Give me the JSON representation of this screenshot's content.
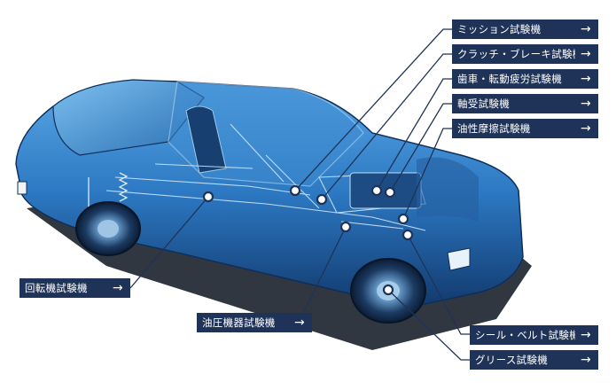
{
  "labels": [
    {
      "id": "mission",
      "text": "ミッション試験機"
    },
    {
      "id": "clutch",
      "text": "クラッチ・ブレーキ試験機"
    },
    {
      "id": "gear",
      "text": "歯車・転動疲労試験機"
    },
    {
      "id": "bearing",
      "text": "軸受試験機"
    },
    {
      "id": "oil",
      "text": "油性摩擦試験機"
    },
    {
      "id": "rotary",
      "text": "回転機試験機"
    },
    {
      "id": "hydraulic",
      "text": "油圧機器試験機"
    },
    {
      "id": "seal",
      "text": "シール・ベルト試験機"
    },
    {
      "id": "grease",
      "text": "グリース試験機"
    }
  ],
  "arrow_glyph": "→",
  "colors": {
    "label_bg": "#1f3358",
    "label_text": "#ffffff",
    "leader_line": "#1f3358",
    "car_body": "#2f7fc8",
    "car_dark": "#123a6e"
  },
  "icon": "arrow-right-icon"
}
